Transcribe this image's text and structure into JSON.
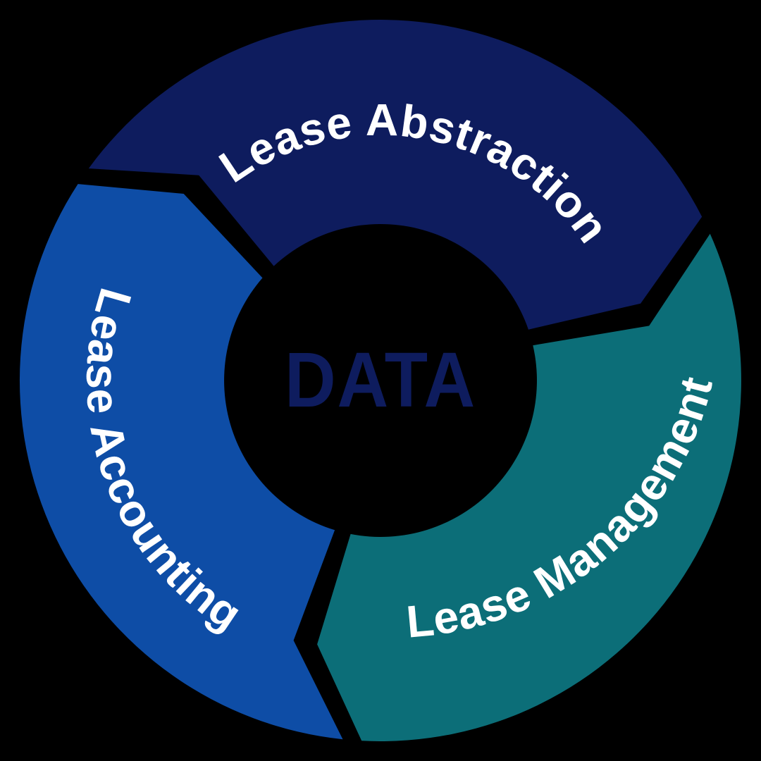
{
  "diagram": {
    "type": "cycle",
    "flow_direction": "clockwise",
    "background_color": "#000000",
    "label_color": "#ffffff",
    "center": {
      "label": "DATA",
      "color": "#0e1c5e"
    },
    "segments": [
      {
        "id": "lease-abstraction",
        "label": "Lease Abstraction",
        "color": "#0e1c5e",
        "position": "top"
      },
      {
        "id": "lease-management",
        "label": "Lease Management",
        "color": "#0c6e78",
        "position": "bottom-right"
      },
      {
        "id": "lease-accounting",
        "label": "Lease Accounting",
        "color": "#0e4da6",
        "position": "left"
      }
    ]
  }
}
